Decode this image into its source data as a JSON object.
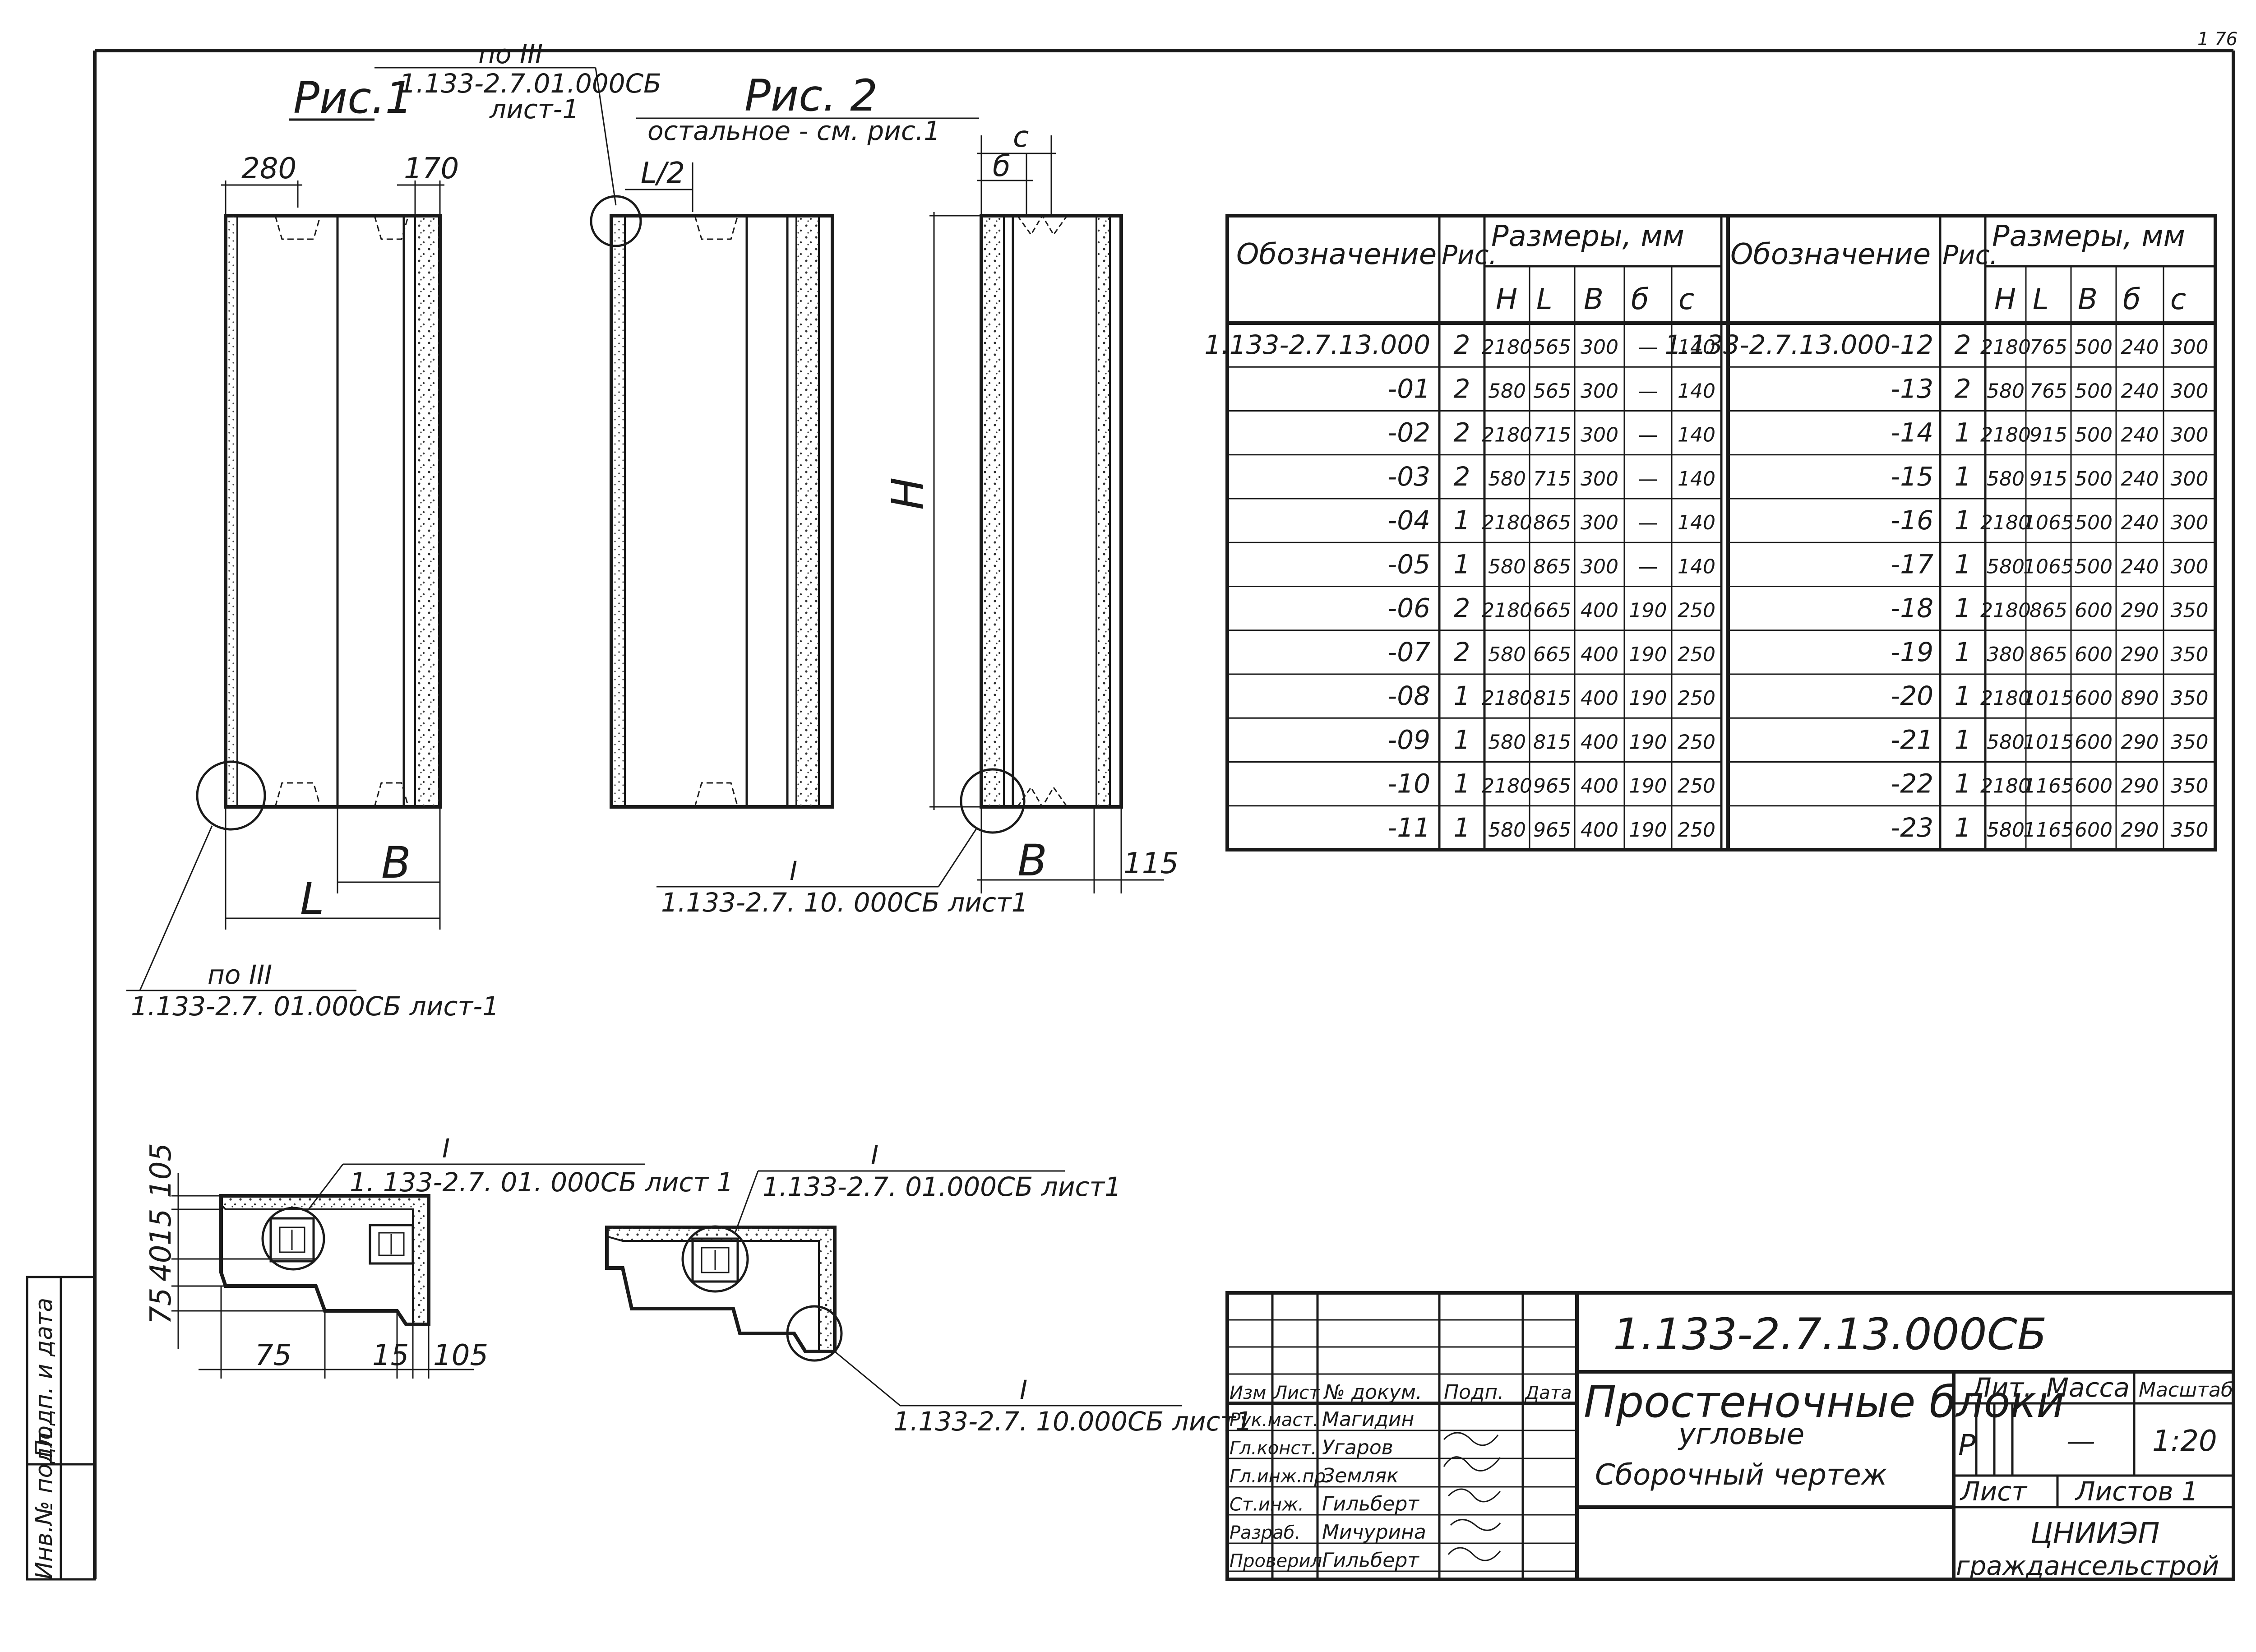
{
  "sheet_number": "1 76",
  "figures": {
    "fig1_title": "Рис.1",
    "fig2_title": "Рис. 2",
    "fig2_note": "остальное - см. рис.1"
  },
  "dimensions": {
    "d280": "280",
    "d170": "170",
    "dL": "L",
    "dB": "B",
    "dL2": "L/2",
    "dH": "H",
    "dc": "c",
    "db": "б",
    "d115": "115",
    "s105a": "105",
    "s15a": "15",
    "s40": "40",
    "s75a": "75",
    "s75b": "75",
    "s15b": "15",
    "s105b": "105"
  },
  "references": {
    "ref1_mark": "по III",
    "ref1_text": "1.133-2.7.01.000СБ",
    "ref1_sheet": "лист-1",
    "ref2_mark": "по III",
    "ref2_text": "1.133-2.7. 01.000СБ лист-1",
    "ref3_mark": "I",
    "ref3_text": "1.133-2.7. 10. 000СБ лист1",
    "ref4_mark": "I",
    "ref4_text": "1. 133-2.7. 01. 000СБ лист 1",
    "ref5_mark": "I",
    "ref5_text": "1.133-2.7. 01.000СБ лист1",
    "ref6_mark": "I",
    "ref6_text": "1.133-2.7. 10.000СБ лист1"
  },
  "table": {
    "headers": {
      "designation": "Обозначение",
      "fig": "Рис.",
      "sizes": "Размеры, мм",
      "H": "H",
      "L": "L",
      "B": "B",
      "b": "б",
      "C": "c"
    },
    "left": [
      [
        "1.133-2.7.13.000",
        "2",
        "2180",
        "565",
        "300",
        "—",
        "140"
      ],
      [
        "-01",
        "2",
        "580",
        "565",
        "300",
        "—",
        "140"
      ],
      [
        "-02",
        "2",
        "2180",
        "715",
        "300",
        "—",
        "140"
      ],
      [
        "-03",
        "2",
        "580",
        "715",
        "300",
        "—",
        "140"
      ],
      [
        "-04",
        "1",
        "2180",
        "865",
        "300",
        "—",
        "140"
      ],
      [
        "-05",
        "1",
        "580",
        "865",
        "300",
        "—",
        "140"
      ],
      [
        "-06",
        "2",
        "2180",
        "665",
        "400",
        "190",
        "250"
      ],
      [
        "-07",
        "2",
        "580",
        "665",
        "400",
        "190",
        "250"
      ],
      [
        "-08",
        "1",
        "2180",
        "815",
        "400",
        "190",
        "250"
      ],
      [
        "-09",
        "1",
        "580",
        "815",
        "400",
        "190",
        "250"
      ],
      [
        "-10",
        "1",
        "2180",
        "965",
        "400",
        "190",
        "250"
      ],
      [
        "-11",
        "1",
        "580",
        "965",
        "400",
        "190",
        "250"
      ]
    ],
    "right": [
      [
        "1.133-2.7.13.000-12",
        "2",
        "2180",
        "765",
        "500",
        "240",
        "300"
      ],
      [
        "-13",
        "2",
        "580",
        "765",
        "500",
        "240",
        "300"
      ],
      [
        "-14",
        "1",
        "2180",
        "915",
        "500",
        "240",
        "300"
      ],
      [
        "-15",
        "1",
        "580",
        "915",
        "500",
        "240",
        "300"
      ],
      [
        "-16",
        "1",
        "2180",
        "1065",
        "500",
        "240",
        "300"
      ],
      [
        "-17",
        "1",
        "580",
        "1065",
        "500",
        "240",
        "300"
      ],
      [
        "-18",
        "1",
        "2180",
        "865",
        "600",
        "290",
        "350"
      ],
      [
        "-19",
        "1",
        "380",
        "865",
        "600",
        "290",
        "350"
      ],
      [
        "-20",
        "1",
        "2180",
        "1015",
        "600",
        "890",
        "350"
      ],
      [
        "-21",
        "1",
        "580",
        "1015",
        "600",
        "290",
        "350"
      ],
      [
        "-22",
        "1",
        "2180",
        "1165",
        "600",
        "290",
        "350"
      ],
      [
        "-23",
        "1",
        "580",
        "1165",
        "600",
        "290",
        "350"
      ]
    ]
  },
  "title_block": {
    "doc_code": "1.133-2.7.13.000СБ",
    "title_line1": "Простеночные блоки",
    "title_line2": "угловые",
    "title_line3": "Сборочный чертеж",
    "col_izm": "Изм",
    "col_list": "Лист",
    "col_doc": "№ докум.",
    "col_sign": "Подп.",
    "col_date": "Дата",
    "lit_label": "Лит.",
    "mass_label": "Масса",
    "scale_label": "Масштаб",
    "lit_value": "Р",
    "mass_value": "—",
    "scale_value": "1:20",
    "sheet_label": "Лист",
    "sheets_label": "Листов 1",
    "org_line1": "ЦНИИЭП",
    "org_line2": "граждансельстрой",
    "people": [
      {
        "role": "Рук.маст.",
        "name": "Магидин"
      },
      {
        "role": "Гл.конст.",
        "name": "Угаров"
      },
      {
        "role": "Гл.инж.пр.",
        "name": "Земляк"
      },
      {
        "role": "Ст.инж.",
        "name": "Гильберт"
      },
      {
        "role": "Разраб.",
        "name": "Мичурина"
      },
      {
        "role": "Проверил",
        "name": "Гильберт"
      }
    ]
  },
  "side_stamp": {
    "sign_date": "Подп. и дата",
    "inv_no": "Инв.№ подл."
  }
}
